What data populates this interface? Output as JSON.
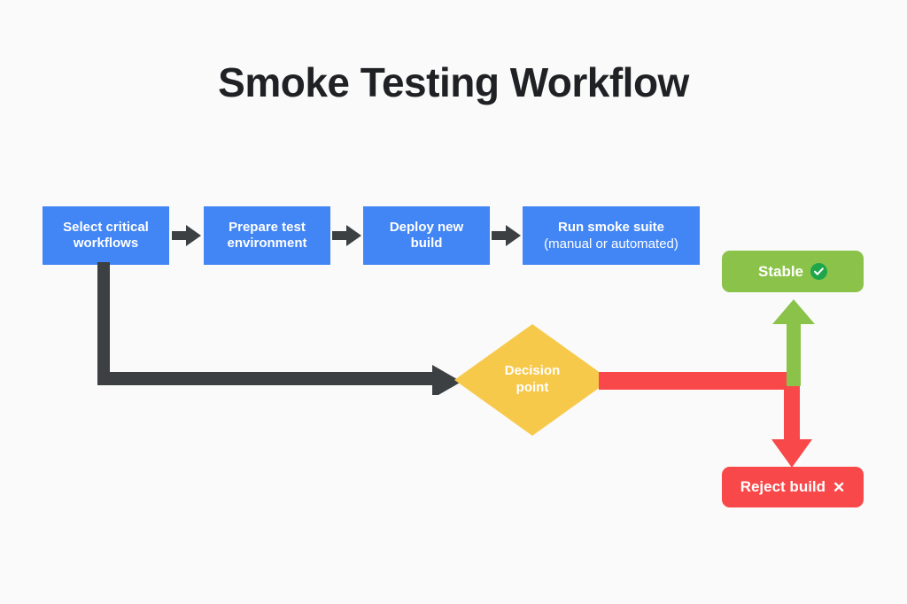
{
  "diagram": {
    "title": "Smoke Testing Workflow",
    "background_color": "#fafafa",
    "type": "flowchart",
    "process_steps": [
      {
        "id": "select-critical-workflows",
        "label": "Select critical\nworkflows",
        "sub": "",
        "color": "#4285f4"
      },
      {
        "id": "prepare-test-environment",
        "label": "Prepare test\nenvironment",
        "sub": "",
        "color": "#4285f4"
      },
      {
        "id": "deploy-new-build",
        "label": "Deploy new\nbuild",
        "sub": "",
        "color": "#4285f4"
      },
      {
        "id": "run-smoke-suite",
        "label": "Run smoke suite",
        "sub": "(manual or automated)",
        "color": "#4285f4"
      }
    ],
    "decision": {
      "id": "decision-point",
      "label": "Decision\npoint",
      "color": "#f7c94b"
    },
    "outcomes": [
      {
        "id": "stable",
        "label": "Stable",
        "icon": "check-circle-icon",
        "color": "#8bc34a",
        "badge_color": "#1fa64a"
      },
      {
        "id": "reject-build",
        "label": "Reject build",
        "icon": "close-x-icon",
        "color": "#f9484a"
      }
    ],
    "connectors": [
      {
        "id": "step-arrow-1",
        "from": "select-critical-workflows",
        "to": "prepare-test-environment",
        "color": "#3c4043"
      },
      {
        "id": "step-arrow-2",
        "from": "prepare-test-environment",
        "to": "deploy-new-build",
        "color": "#3c4043"
      },
      {
        "id": "step-arrow-3",
        "from": "deploy-new-build",
        "to": "run-smoke-suite",
        "color": "#3c4043"
      },
      {
        "id": "elbow-to-decision",
        "from": "select-critical-workflows",
        "to": "decision-point",
        "color": "#3c4043"
      },
      {
        "id": "decision-to-stable",
        "from": "decision-point",
        "to": "stable",
        "color": "#8bc34a"
      },
      {
        "id": "decision-to-reject",
        "from": "decision-point",
        "to": "reject-build",
        "color": "#f9484a"
      }
    ]
  }
}
